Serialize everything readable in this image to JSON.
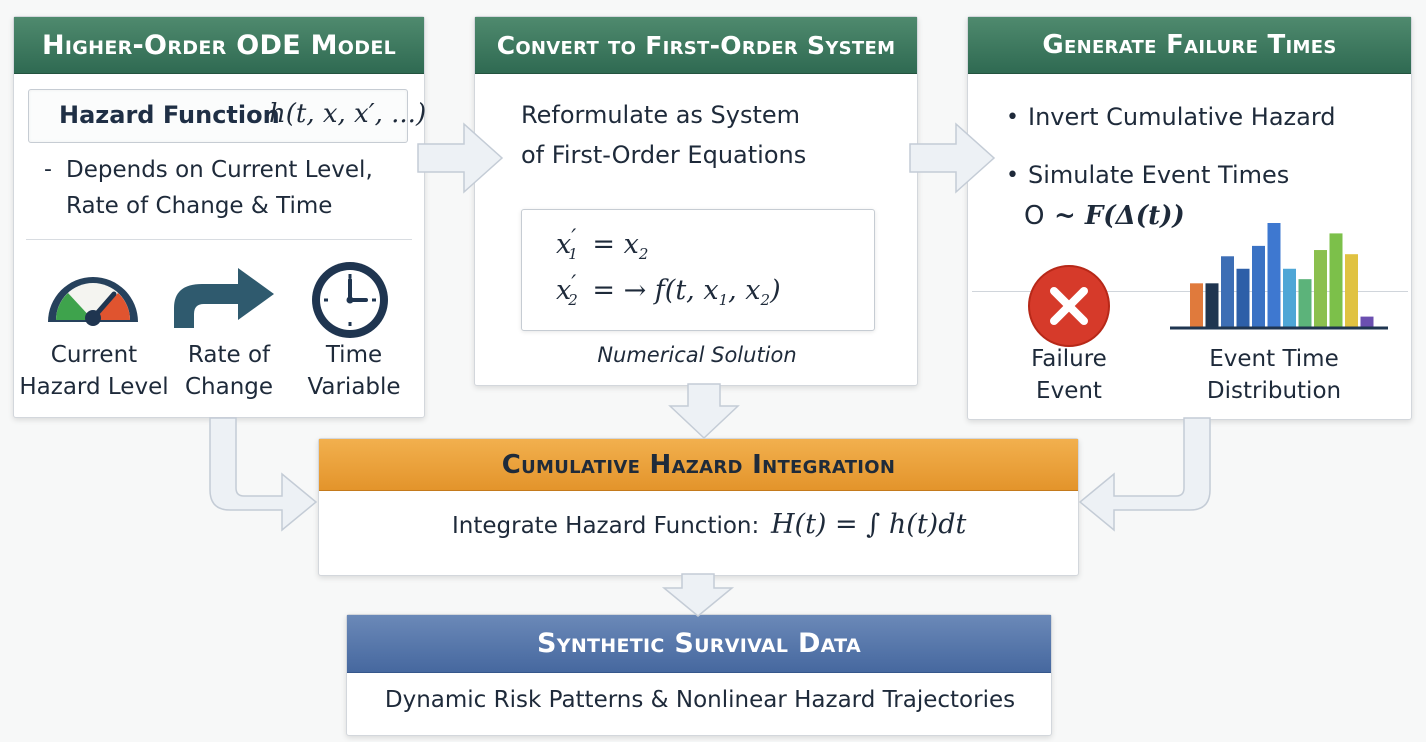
{
  "colors": {
    "header_green": "#2f6a52",
    "header_orange": "#e3942b",
    "header_blue": "#46689f",
    "failure_red": "#d63a2a",
    "clock_navy": "#1f3550",
    "arrow_teal": "#2f5a6e"
  },
  "icons": [
    "gauge-icon",
    "curved-arrow-icon",
    "clock-icon",
    "failure-x-icon",
    "histogram-icon"
  ],
  "panel1": {
    "title": "Higher-Order ODE Model",
    "hazard_label": "Hazard Function",
    "hazard_formula": "h(t, x, x′, ...)",
    "bullet_mark": "-",
    "bullet_line1": "Depends on Current Level,",
    "bullet_line2": "Rate of Change & Time",
    "icon_labels": [
      {
        "line1": "Current",
        "line2": "Hazard Level"
      },
      {
        "line1": "Rate of",
        "line2": "Change"
      },
      {
        "line1": "Time",
        "line2": "Variable"
      }
    ]
  },
  "panel2": {
    "title": "Convert to First-Order System",
    "text_line1": "Reformulate as System",
    "text_line2": "of First-Order Equations",
    "eq1_lhs": "x",
    "eq1_sub": "1",
    "eq1_prime": "′",
    "eq1_rhs": "= x",
    "eq1_rhs_sub": "2",
    "eq2_lhs": "x",
    "eq2_sub": "2",
    "eq2_prime": "′",
    "eq2_rhs": "= → f(t, x",
    "eq2_rhs_sub1": "1",
    "eq2_mid": ", x",
    "eq2_rhs_sub2": "2",
    "eq2_end": ")",
    "caption": "Numerical Solution"
  },
  "panel3": {
    "title": "Generate Failure Times",
    "bullet1": "Invert Cumulative Hazard",
    "bullet2": "Simulate Event Times",
    "bullet_mark": "•",
    "formula_prefix": "O",
    "formula": "~ F(Δ(t))",
    "failure_label_line1": "Failure",
    "failure_label_line2": "Event",
    "dist_label_line1": "Event Time",
    "dist_label_line2": "Distribution"
  },
  "panel4": {
    "title": "Cumulative Hazard  Integration",
    "text": "Integrate Hazard Function:",
    "formula": "H(t) = ∫ h(t)dt"
  },
  "panel5": {
    "title": "Synthetic Survival Data",
    "text": "Dynamic Risk Patterns & Nonlinear Hazard Trajectories"
  },
  "histogram": {
    "bars": [
      0.42,
      0.42,
      0.68,
      0.56,
      0.78,
      1.0,
      0.56,
      0.46,
      0.74,
      0.9,
      0.7,
      0.1
    ],
    "colors": [
      "#e07a3c",
      "#1f3550",
      "#3d6eb5",
      "#2d5fa8",
      "#3a72c4",
      "#3e78d0",
      "#4ea6d6",
      "#5cb37a",
      "#8bc04e",
      "#7cc04a",
      "#e0c241",
      "#6b4fb0"
    ]
  }
}
